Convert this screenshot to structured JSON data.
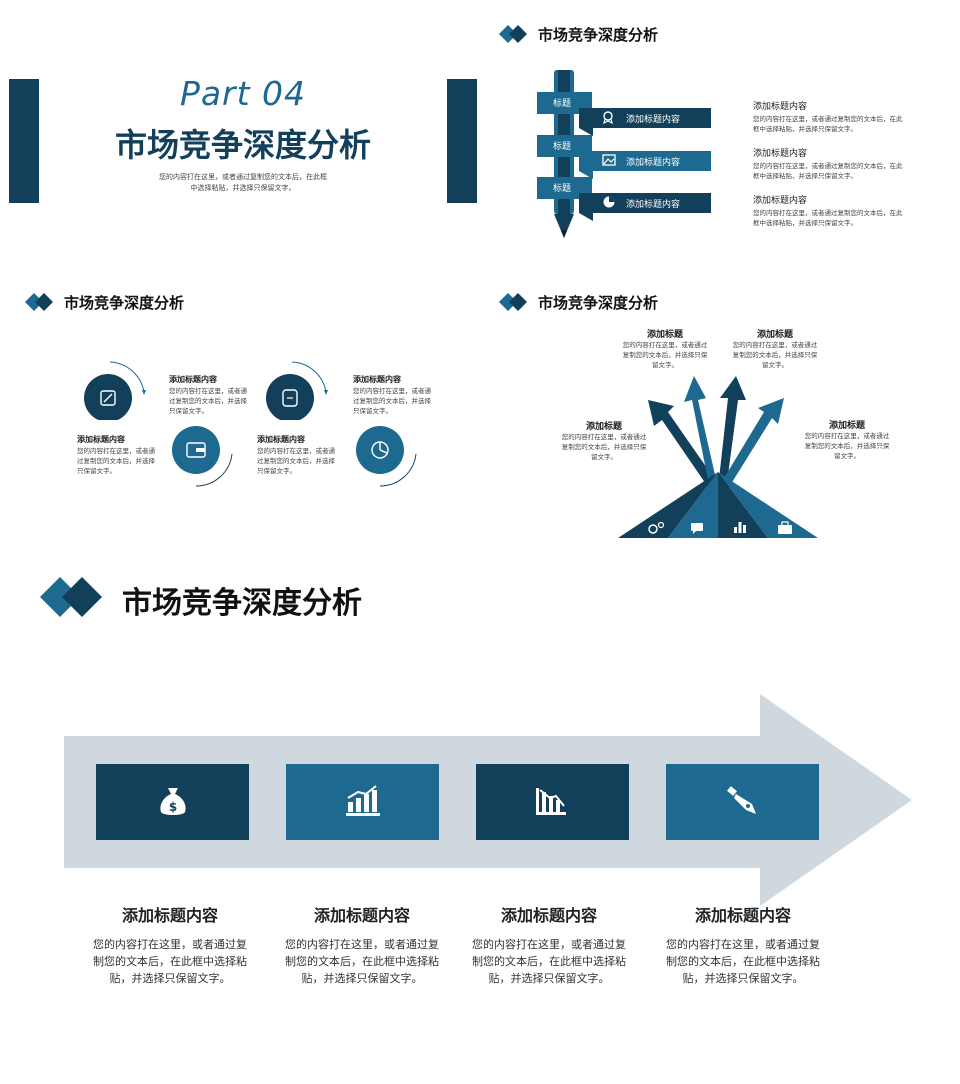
{
  "slide1": {
    "part_label": "Part 04",
    "title": "市场竞争深度分析",
    "description_line1": "您的内容打在这里，或者通过复制您的文本后，在此框",
    "description_line2": "中选择粘贴，并选择只保留文字。"
  },
  "slide2": {
    "header": "市场竞争深度分析",
    "rows": [
      {
        "tab": "标题",
        "content": "添加标题内容",
        "icon": "award-icon"
      },
      {
        "tab": "标题",
        "content": "添加标题内容",
        "icon": "image-icon"
      },
      {
        "tab": "标题",
        "content": "添加标题内容",
        "icon": "pie-chart-icon"
      }
    ],
    "items": [
      {
        "title": "添加标题内容",
        "line1": "您的内容打在这里，或者通过复制您的文本后，在此",
        "line2": "框中选择粘贴，并选择只保留文字。"
      },
      {
        "title": "添加标题内容",
        "line1": "您的内容打在这里，或者通过复制您的文本后，在此",
        "line2": "框中选择粘贴，并选择只保留文字。"
      },
      {
        "title": "添加标题内容",
        "line1": "您的内容打在这里，或者通过复制您的文本后，在此",
        "line2": "框中选择粘贴，并选择只保留文字。"
      }
    ]
  },
  "slide3": {
    "header": "市场竞争深度分析",
    "items": [
      {
        "title": "添加标题内容",
        "line1": "您的内容打在这里，或者通",
        "line2": "过复制您的文本后，并选择",
        "line3": "只保留文字。"
      },
      {
        "title": "添加标题内容",
        "line1": "您的内容打在这里，或者通",
        "line2": "过复制您的文本后，并选择",
        "line3": "只保留文字。"
      },
      {
        "title": "添加标题内容",
        "line1": "您的内容打在这里，或者通",
        "line2": "过复制您的文本后，并选择",
        "line3": "只保留文字。"
      },
      {
        "title": "添加标题内容",
        "line1": "您的内容打在这里，或者通",
        "line2": "过复制您的文本后，并选择",
        "line3": "只保留文字。"
      }
    ]
  },
  "slide4": {
    "header": "市场竞争深度分析",
    "labels": [
      {
        "title": "添加标题",
        "line1": "您的内容打在这里，或者通过",
        "line2": "复制您的文本后，并选择只保",
        "line3": "留文字。"
      },
      {
        "title": "添加标题",
        "line1": "您的内容打在这里，或者通过",
        "line2": "复制您的文本后，并选择只保",
        "line3": "留文字。"
      },
      {
        "title": "添加标题",
        "line1": "您的内容打在这里，或者通过",
        "line2": "复制您的文本后，并选择只保",
        "line3": "留文字。"
      },
      {
        "title": "添加标题",
        "line1": "您的内容打在这里，或者通过",
        "line2": "复制您的文本后，并选择只保",
        "line3": "留文字。"
      }
    ]
  },
  "slide5": {
    "header": "市场竞争深度分析",
    "cards": [
      {
        "icon": "money-bag-icon",
        "title": "添加标题内容",
        "line1": "您的内容打在这里，或者通过复",
        "line2": "制您的文本后，在此框中选择粘",
        "line3": "贴，并选择只保留文字。"
      },
      {
        "icon": "growth-chart-icon",
        "title": "添加标题内容",
        "line1": "您的内容打在这里，或者通过复",
        "line2": "制您的文本后，在此框中选择粘",
        "line3": "贴，并选择只保留文字。"
      },
      {
        "icon": "decline-chart-icon",
        "title": "添加标题内容",
        "line1": "您的内容打在这里，或者通过复",
        "line2": "制您的文本后，在此框中选择粘",
        "line3": "贴，并选择只保留文字。"
      },
      {
        "icon": "pen-nib-icon",
        "title": "添加标题内容",
        "line1": "您的内容打在这里，或者通过复",
        "line2": "制您的文本后，在此框中选择粘",
        "line3": "贴，并选择只保留文字。"
      }
    ]
  },
  "colors": {
    "navy": "#123f5a",
    "blue": "#1e6990",
    "light": "#cfd8df"
  }
}
